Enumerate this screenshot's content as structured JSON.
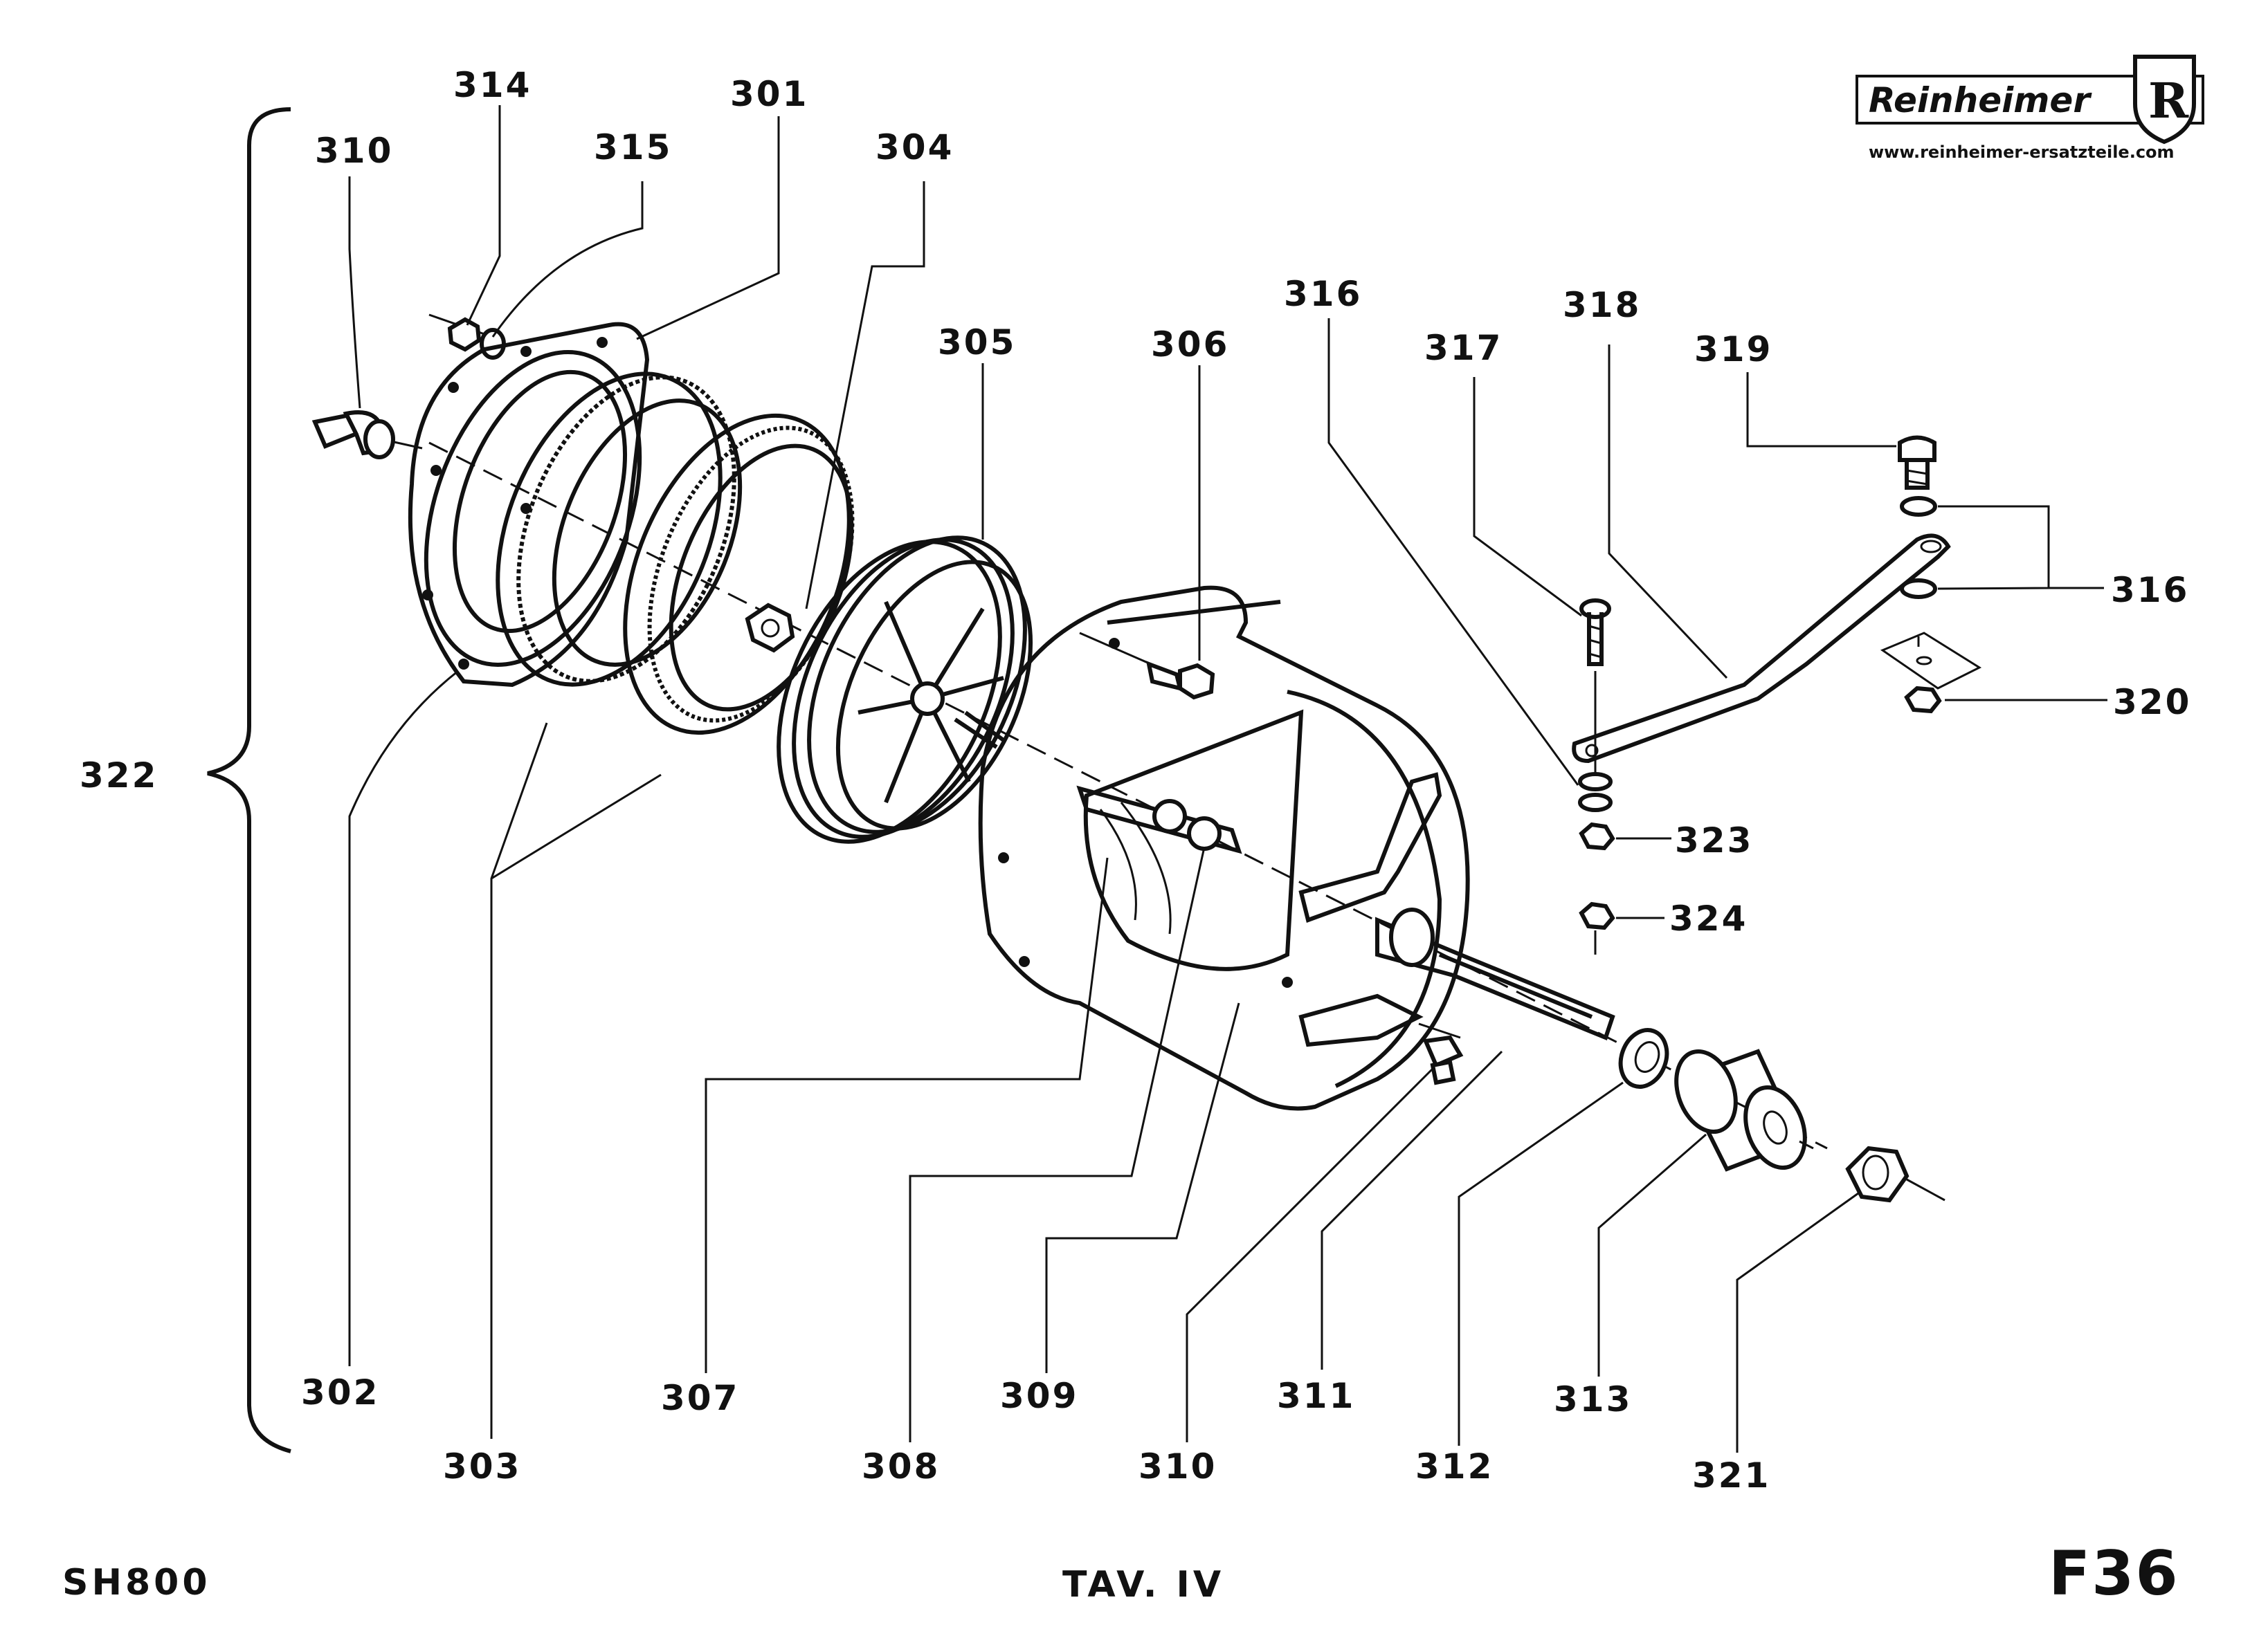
{
  "brand": {
    "name": "Reinheimer",
    "logo_letter": "R",
    "website": "www.reinheimer-ersatzteile.com"
  },
  "footer": {
    "model": "SH800",
    "table": "TAV. IV",
    "page_code": "F36"
  },
  "assembly_label": "322",
  "labels": {
    "p314": "314",
    "p301": "301",
    "p310_top": "310",
    "p315": "315",
    "p304": "304",
    "p305": "305",
    "p306": "306",
    "p316_top": "316",
    "p317": "317",
    "p318": "318",
    "p319": "319",
    "p316_right": "316",
    "p320": "320",
    "p323": "323",
    "p324": "324",
    "p302": "302",
    "p303": "303",
    "p307": "307",
    "p308": "308",
    "p309": "309",
    "p310_bottom": "310",
    "p311": "311",
    "p312": "312",
    "p313": "313",
    "p321": "321"
  }
}
